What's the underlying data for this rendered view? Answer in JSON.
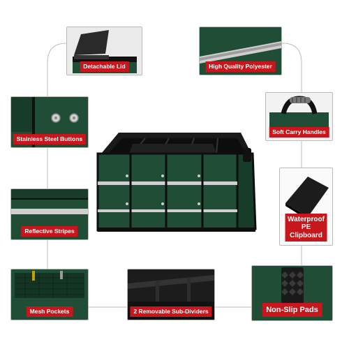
{
  "product": {
    "colors": {
      "body": "#1f4d35",
      "trim": "#111111",
      "label": "#c8161d",
      "reflective": "#cfcfcf"
    }
  },
  "features": [
    {
      "id": "detachable-lid",
      "label": "Detachable Lid",
      "icon": "lid-photo"
    },
    {
      "id": "polyester",
      "label": "High Quality Polyester",
      "icon": "fabric-photo"
    },
    {
      "id": "handles",
      "label": "Soft Carry Handles",
      "icon": "handle-photo"
    },
    {
      "id": "buttons",
      "label": "Stainless Steel Buttons",
      "icon": "button-photo"
    },
    {
      "id": "reflective",
      "label": "Reflective Stripes",
      "icon": "stripe-photo"
    },
    {
      "id": "clipboard",
      "label": "Waterproof PE Clipboard",
      "label_line1": "Waterproof",
      "label_line2": "PE Clipboard",
      "icon": "board-photo"
    },
    {
      "id": "mesh",
      "label": "Mesh Pockets",
      "icon": "mesh-photo"
    },
    {
      "id": "dividers",
      "label": "2 Removable Sub-Dividers",
      "icon": "divider-photo"
    },
    {
      "id": "nonslip",
      "label": "Non-Slip Pads",
      "icon": "pad-photo"
    }
  ]
}
